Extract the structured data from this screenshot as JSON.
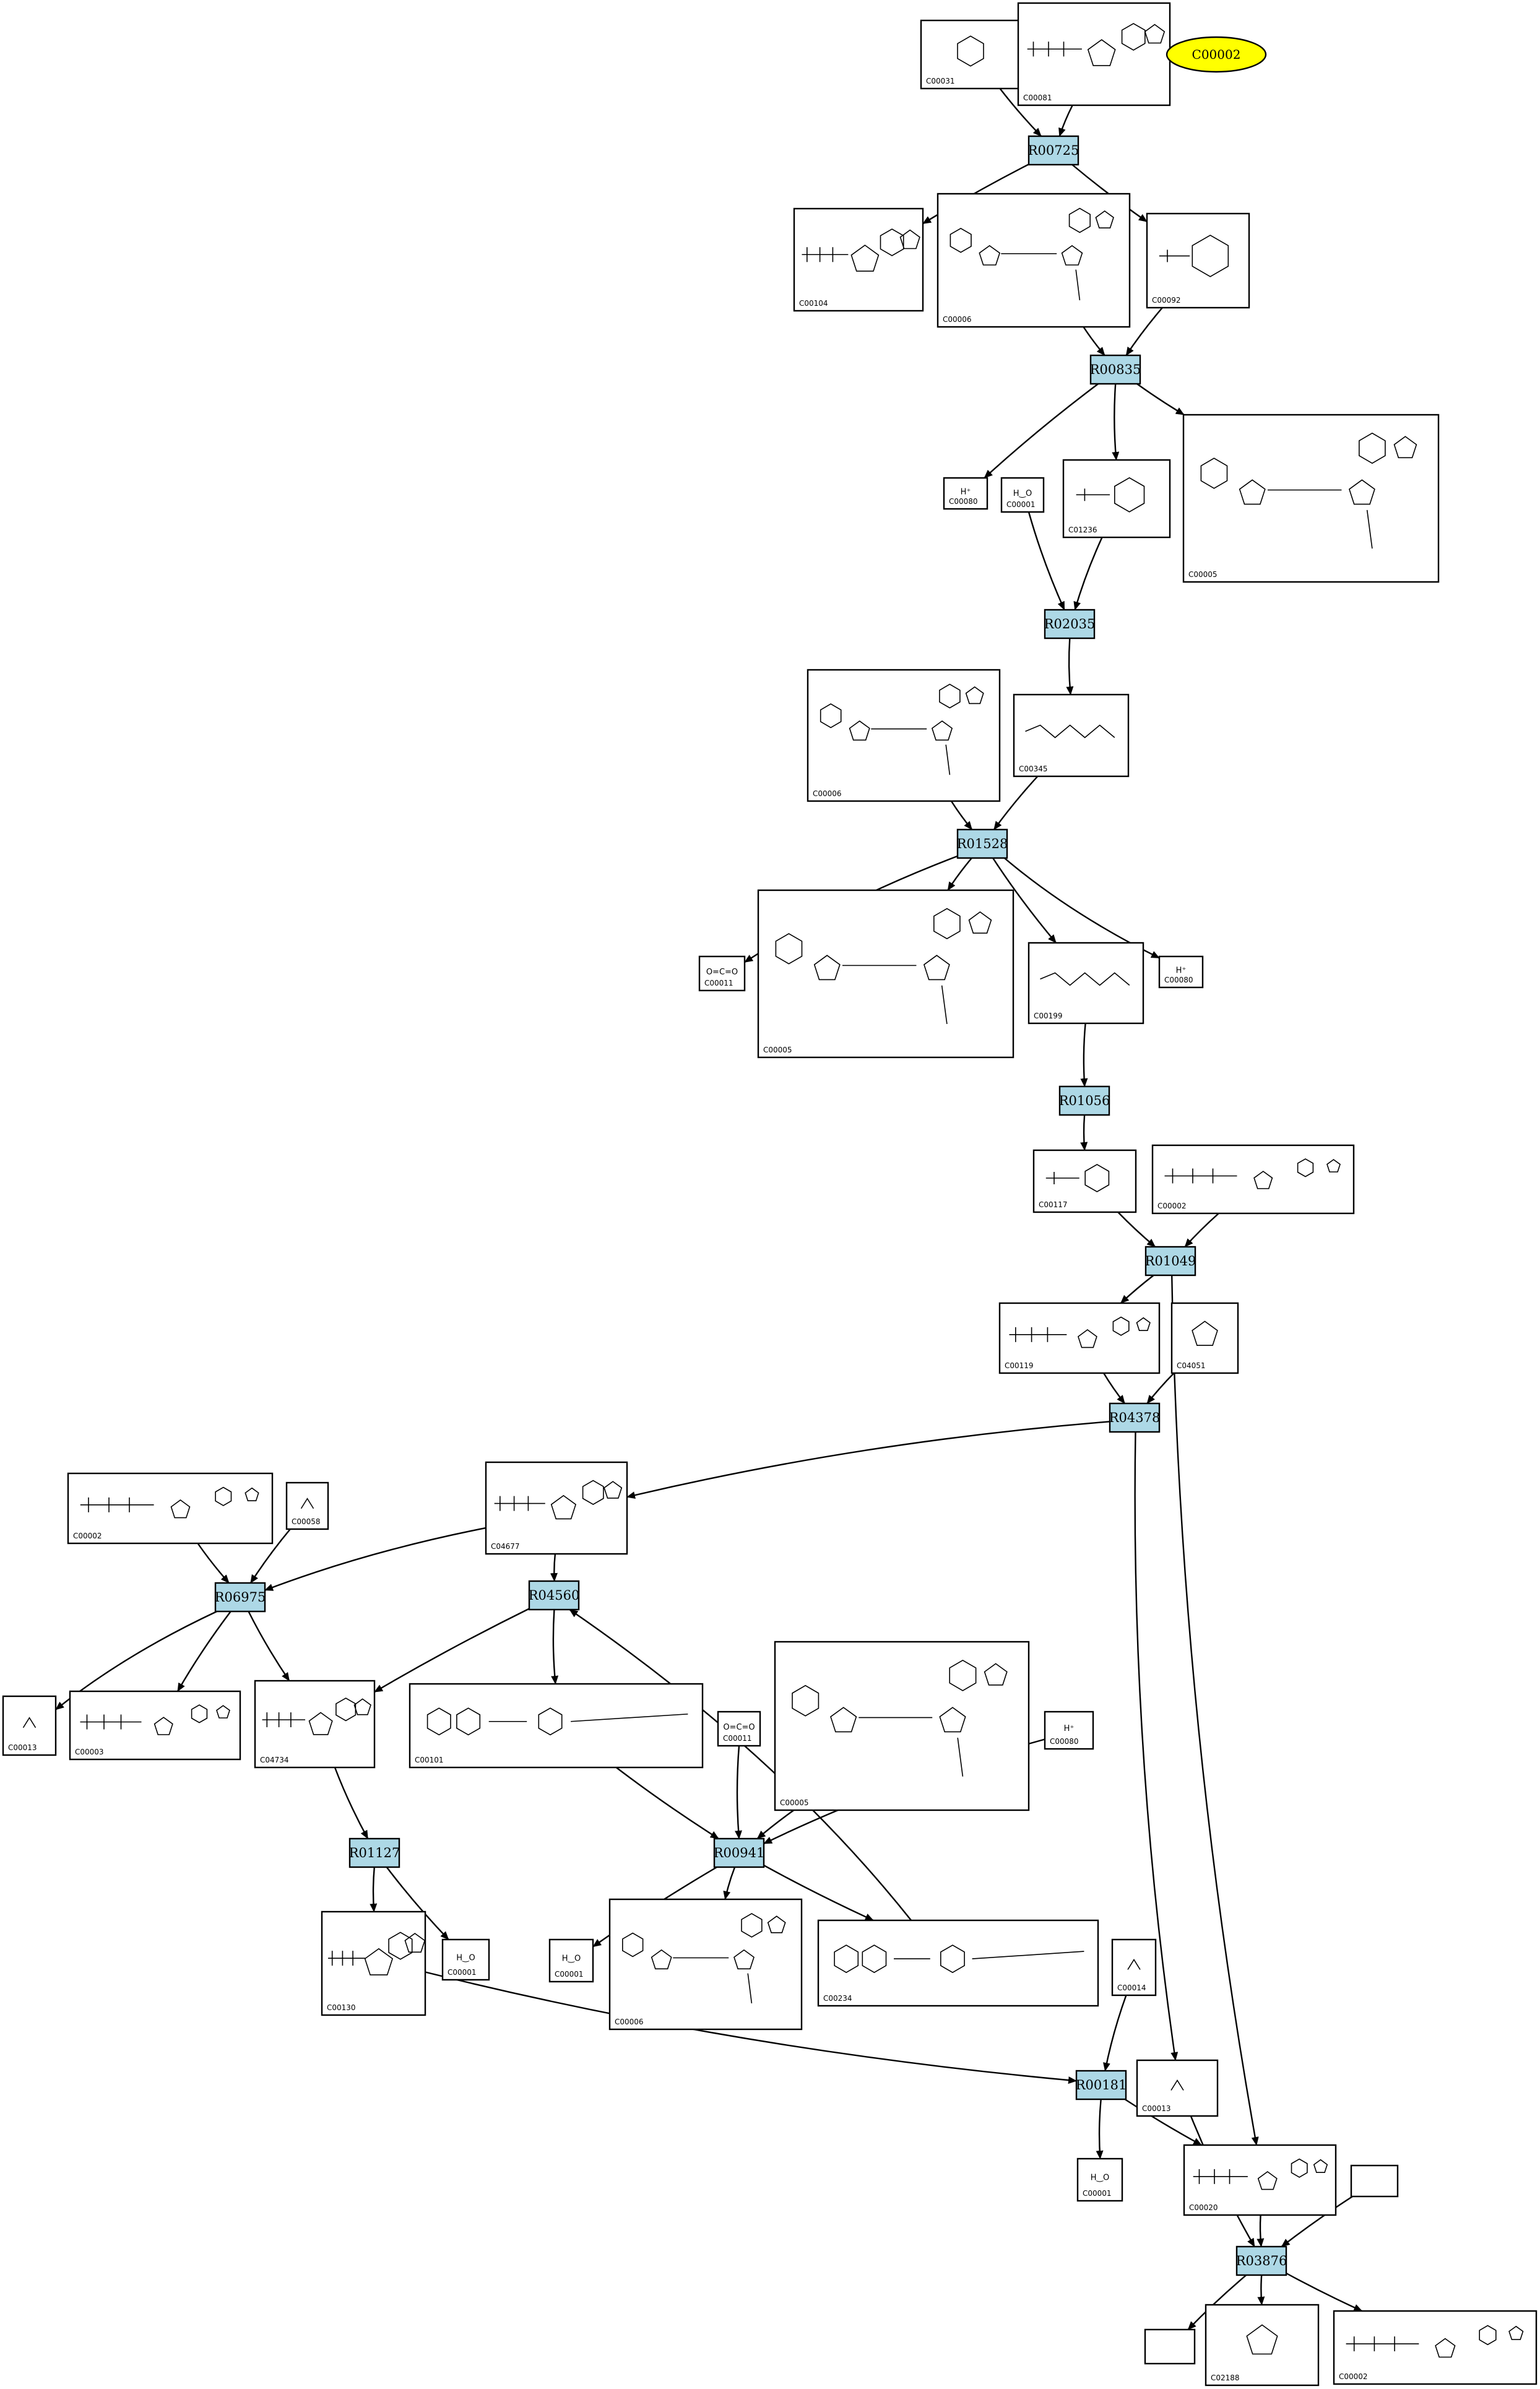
{
  "reactions": [
    {
      "id": "r1",
      "label": "R00725"
    },
    {
      "id": "r2",
      "label": "R00835"
    },
    {
      "id": "r3",
      "label": "R02035"
    },
    {
      "id": "r4",
      "label": "R01528"
    },
    {
      "id": "r5",
      "label": "R01056"
    },
    {
      "id": "r6",
      "label": "R01049"
    },
    {
      "id": "r7",
      "label": "R04378"
    },
    {
      "id": "r8",
      "label": "R06975"
    },
    {
      "id": "r9",
      "label": "R04560"
    },
    {
      "id": "r10",
      "label": "R01127"
    },
    {
      "id": "r11",
      "label": "R00941"
    },
    {
      "id": "r12",
      "label": "R00181"
    },
    {
      "id": "r13",
      "label": "R03876"
    }
  ],
  "compounds": [
    {
      "id": "c1",
      "label": "C00031",
      "mol": "sugar"
    },
    {
      "id": "c2",
      "label": "C00081",
      "mol": "nucleotide"
    },
    {
      "id": "c3",
      "label": "C00104",
      "mol": "nucleotide"
    },
    {
      "id": "c4",
      "label": "C00006",
      "mol": "nad"
    },
    {
      "id": "c5",
      "label": "C00092",
      "mol": "sugarp"
    },
    {
      "id": "c6",
      "label": "C00080",
      "mol": "hplus",
      "text": "H⁺"
    },
    {
      "id": "c7",
      "label": "C00001",
      "mol": "water",
      "text": "H‿O"
    },
    {
      "id": "c8",
      "label": "C01236",
      "mol": "sugarp"
    },
    {
      "id": "c9",
      "label": "C00005",
      "mol": "nad"
    },
    {
      "id": "c10",
      "label": "C00006",
      "mol": "nad"
    },
    {
      "id": "c11",
      "label": "C00345",
      "mol": "chain"
    },
    {
      "id": "c12",
      "label": "C00011",
      "mol": "co2",
      "text": "O=C=O"
    },
    {
      "id": "c13",
      "label": "C00005",
      "mol": "nad"
    },
    {
      "id": "c14",
      "label": "C00199",
      "mol": "chain"
    },
    {
      "id": "c15",
      "label": "C00080",
      "mol": "hplus",
      "text": "H⁺"
    },
    {
      "id": "c16",
      "label": "C00117",
      "mol": "sugarp"
    },
    {
      "id": "c17",
      "label": "C00002",
      "mol": "nucleotide"
    },
    {
      "id": "c18",
      "label": "C00119",
      "mol": "nucleotide"
    },
    {
      "id": "c19",
      "label": "C04051",
      "mol": "ring"
    },
    {
      "id": "c20",
      "label": "C00002",
      "mol": "nucleotide"
    },
    {
      "id": "c21",
      "label": "C00058",
      "mol": "small"
    },
    {
      "id": "c22",
      "label": "C04677",
      "mol": "nucleotide"
    },
    {
      "id": "c23",
      "label": "C00013",
      "mol": "small"
    },
    {
      "id": "c24",
      "label": "C00003",
      "mol": "nucleotide"
    },
    {
      "id": "c25",
      "label": "C04734",
      "mol": "nucleotide"
    },
    {
      "id": "c26",
      "label": "C00101",
      "mol": "folate"
    },
    {
      "id": "c27",
      "label": "C00011",
      "mol": "co2",
      "text": "O=C=O"
    },
    {
      "id": "c28",
      "label": "C00005",
      "mol": "nad"
    },
    {
      "id": "c29",
      "label": "C00080",
      "mol": "hplus",
      "text": "H⁺"
    },
    {
      "id": "c30",
      "label": "C00130",
      "mol": "nucleotide"
    },
    {
      "id": "c31",
      "label": "C00001",
      "mol": "water",
      "text": "H‿O"
    },
    {
      "id": "c32",
      "label": "C00001",
      "mol": "water",
      "text": "H‿O"
    },
    {
      "id": "c33",
      "label": "C00006",
      "mol": "nad"
    },
    {
      "id": "c34",
      "label": "C00234",
      "mol": "folate"
    },
    {
      "id": "c35",
      "label": "C00014",
      "mol": "small"
    },
    {
      "id": "c36",
      "label": "C00013",
      "mol": "small"
    },
    {
      "id": "c37",
      "label": "C00001",
      "mol": "water",
      "text": "H‿O"
    },
    {
      "id": "c38",
      "label": "C00020",
      "mol": "nucleotide"
    },
    {
      "id": "c39",
      "label": "",
      "mol": "none"
    },
    {
      "id": "c40",
      "label": "",
      "mol": "none"
    },
    {
      "id": "c41",
      "label": "C02188",
      "mol": "ring"
    },
    {
      "id": "c42",
      "label": "C00002",
      "mol": "nucleotide"
    }
  ],
  "highlight": {
    "label": "C00002",
    "color": "#ffff00"
  },
  "colors": {
    "reaction_fill": "#add8e6",
    "compound_fill": "#ffffff",
    "stroke": "#000000"
  }
}
